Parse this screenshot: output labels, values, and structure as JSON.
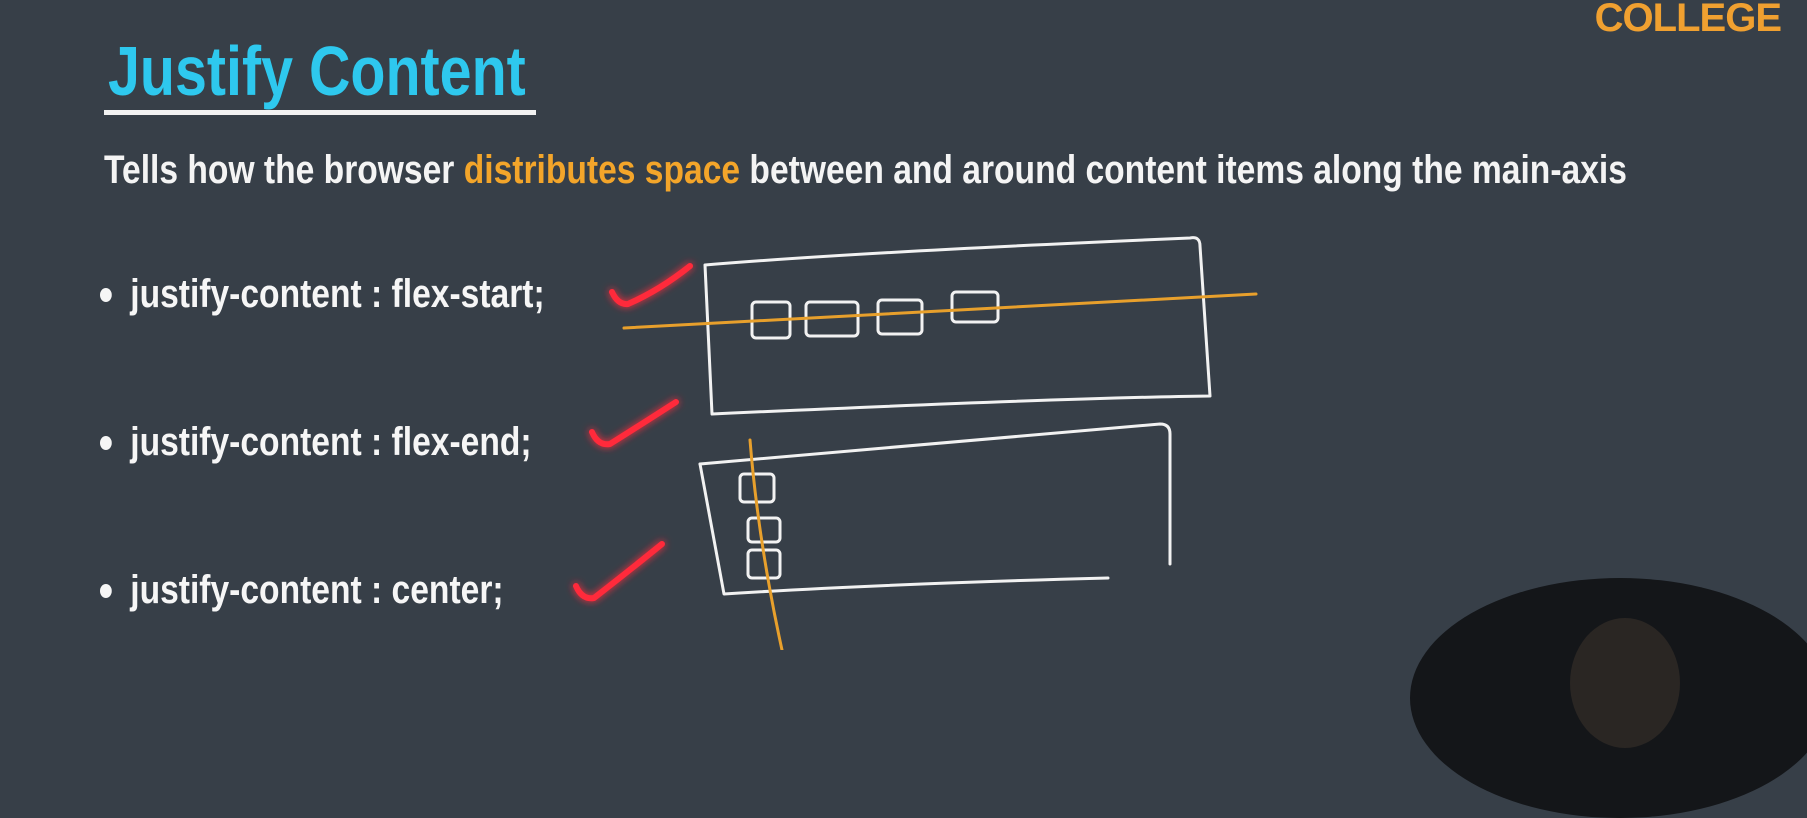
{
  "logo": {
    "text": "COLLEGE"
  },
  "slide": {
    "title": "Justify Content",
    "subtitle": {
      "before": "Tells how the browser ",
      "highlight": "distributes space",
      "after": " between and around content items along the main-axis"
    },
    "bullets": [
      {
        "label": "justify-content : flex-start;"
      },
      {
        "label": "justify-content : flex-end;"
      },
      {
        "label": "justify-content : center;"
      }
    ]
  },
  "colors": {
    "background": "#373f48",
    "title": "#2ec8ee",
    "highlight": "#f3a52a",
    "text": "#f4f4f4",
    "checkmark": "#ff2a3a",
    "axis_line": "#e8a02c",
    "sketch": "#f2f2f2"
  },
  "icons": [
    "check-mark-icon",
    "webcam-feed"
  ]
}
